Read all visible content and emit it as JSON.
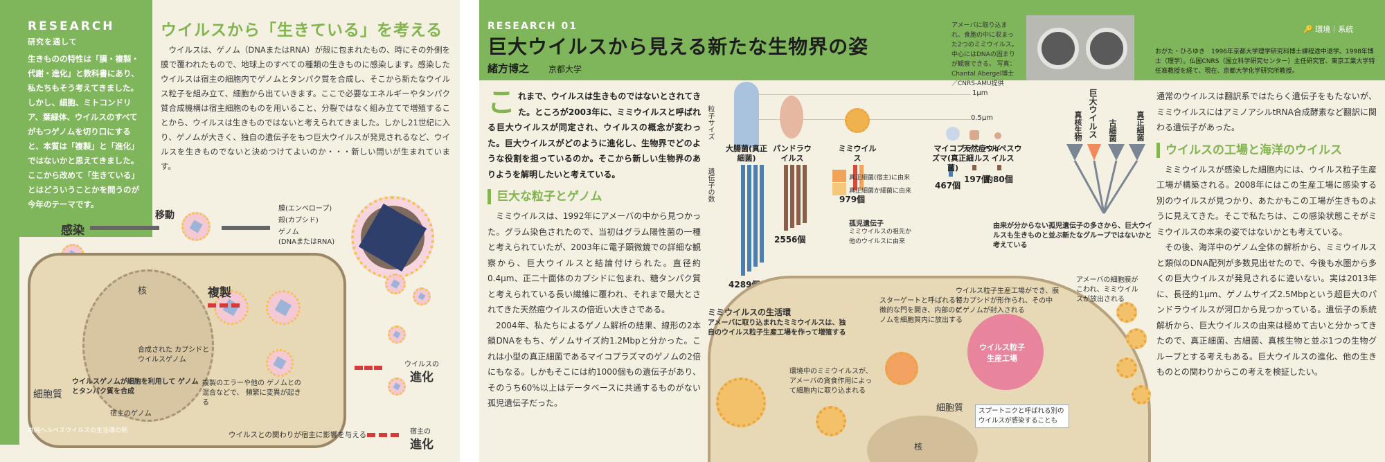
{
  "left": {
    "research": "RESEARCH",
    "research_sub": "研究を通して",
    "intro": "生きものの特性は「膜・複製・代謝・進化」と教科書にあり、私たちもそう考えてきました。しかし、細胞、ミトコンドリア、葉緑体、ウイルスのすべてがもつゲノムを切り口にすると、本質は「複製」と「進化」ではないかと思えてきました。ここから改めて「生きている」とはどういうことかを問うのが今年のテーマです。",
    "title": "ウイルスから「生きている」を考える",
    "body": "ウイルスは、ゲノム（DNAまたはRNA）が殻に包まれたもの、時にその外側を膜で覆われたもので、地球上のすべての種類の生きものに感染します。感染したウイルスは宿主の細胞内でゲノムとタンパク質を合成し、そこから新たなウイルス粒子を組み立て、細胞から出ていきます。ここで必要なエネルギーやタンパク質合成機構は宿主細胞のものを用いること、分裂ではなく組み立てで増殖することから、ウイルスは生きものではないと考えられてきました。しかし21世紀に入り、ゲノムが大きく、独自の遺伝子をもつ巨大ウイルスが発見されるなど、ウイルスを生きものでないと決めつけてよいのか・・・新しい問いが生まれています。",
    "diagram": {
      "membrane": "膜(エンベロープ)",
      "capsid": "殻(カプシド)",
      "genome": "ゲノム",
      "genome_sub": "(DNAまたはRNA)",
      "infection": "感染",
      "movement": "移動",
      "nucleus": "核",
      "replication": "複製",
      "synth": "合成された\nカプシドと\nウイルスゲノム",
      "synth_caption": "ウイルスゲノムが細胞を利用して\nゲノムとタンパク質を合成",
      "host_genome": "宿主のゲノム",
      "cytoplasm": "細胞質",
      "mutation": "複製のエラーや他の\nゲノムとの混合などで、\n頻繁に変異が起きる",
      "virus_evo_pre": "ウイルスの",
      "virus_evo": "進化",
      "host_link": "ウイルスとの関わりが宿主に影響を与える",
      "host_evo_pre": "宿主の",
      "host_evo": "進化",
      "footnote": "単純ヘルペスウイルスの生活環の例"
    }
  },
  "right": {
    "research": "RESEARCH 01",
    "title": "巨大ウイルスから見える新たな生物界の姿",
    "author": "緒方博之",
    "affiliation": "京都大学",
    "photo_caption": "アメーバに取り込まれ、食胞の中に収まった2つのミミウイルス。中心にはDNAの固まりが観察できる。\n写真：Chantal Abergel博士／CNRS-AMU提供",
    "tags": "環境｜系統",
    "bio": "おがた・ひろゆき　1996年京都大学理学研究科博士課程途中退学。1998年博士（理学）。仏国CNRS（国立科学研究センター）主任研究官、東京工業大学特任准教授を経て、現在、京都大学化学研究所教授。",
    "col1_dropcap": "こ",
    "col1_lead": "れまで、ウイルスは生きものではないとされてきた。ところが2003年に、ミミウイルスと呼ばれる巨大ウイルスが同定され、ウイルスの概念が変わった。巨大ウイルスがどのように進化し、生物界でどのような役割を担っているのか。そこから新しい生物界のありようを解明したいと考えている。",
    "col1_h1": "巨大な粒子とゲノム",
    "col1_p1": "ミミウイルスは、1992年にアメーバの中から見つかった。グラム染色されたので、当初はグラム陽性菌の一種と考えられていたが、2003年に電子顕微鏡での詳細な観察から、巨大ウイルスと結論付けられた。直径約0.4μm、正二十面体のカプシドに包まれ、糖タンパク質と考えられている長い繊維に覆われ、それまで最大とされてきた天然痘ウイルスの倍近い大きさである。",
    "col1_p2": "2004年、私たちによるゲノム解析の結果、線形の2本鎖DNAをもち、ゲノムサイズ約1.2Mbpと分かった。これは小型の真正細菌であるマイコプラズマのゲノムの2倍にもなる。しかもそこには約1000個もの遺伝子があり、そのうち60%以上はデータベースに共通するものがない孤児遺伝子だった。",
    "col3_p0": "通常のウイルスは翻訳系ではたらく遺伝子をもたないが、ミミウイルスにはアミノアシルtRNA合成酵素など翻訳に関わる遺伝子があった。",
    "col3_h1": "ウイルスの工場と海洋のウイルス",
    "col3_p1": "ミミウイルスが感染した細胞内には、ウイルス粒子生産工場が構築される。2008年にはこの生産工場に感染する別のウイルスが見つかり、あたかもこの工場が生きものように見えてきた。そこで私たちは、この感染状態こそがミミウイルスの本来の姿ではないかとも考えている。",
    "col3_p2": "その後、海洋中のゲノム全体の解析から、ミミウイルスと類似のDNA配列が多数見出せたので、今後も水圏から多くの巨大ウイルスが発見されるに違いない。実は2013年に、長径約1μm、ゲノムサイズ2.5Mbpという超巨大のパンドラウイルスが河口から見つかっている。遺伝子の系統解析から、巨大ウイルスの由来は極めて古いと分かってきたので、真正細菌、古細菌、真核生物と並ぶ1つの生物グループとする考えもある。巨大ウイルスの進化、他の生きものとの関わりからこの考えを検証したい。",
    "figure": {
      "size_axis": "粒子サイズ",
      "gene_axis": "遺伝子の数",
      "scale_1um": "1μm",
      "scale_05um": "0.5μm",
      "legend_host": "真正細菌(宿主)に由来",
      "legend_other": "真正細菌か細菌に由来",
      "legend_orphan_title": "孤児遺伝子",
      "legend_orphan": "ミミウイルスの祖先か\n他のウイルスに由来",
      "tree_title": "巨大ウイルス",
      "tree_eukaryote": "真核生物",
      "tree_archaea": "古細菌",
      "tree_bacteria": "真正細菌",
      "tree_note": "由来が分からない孤児遺伝子の多さから、巨大ウイルスも生きものと並ぶ新たなグループではないかと考えている",
      "lifecycle_title": "ミミウイルスの生活環",
      "lifecycle_desc": "アメーバに取り込まれたミミウイルスは、独自のウイルス粒子生産工場を作って増殖する",
      "note_stargate": "スターゲートと呼ばれる特徴的な門を開き、内部のゲノムを細胞質内に放出する",
      "note_factory": "ウイルス粒子生産工場ができ、膜とカプシドが形作られ、その中にゲノムが封入される",
      "note_release": "アメーバの細胞膜がこわれ、ミミウイルスが放出される",
      "note_engulf": "環境中のミミウイルスが、アメーバの貪食作用によって細胞内に取り込まれる",
      "factory_label": "ウイルス粒子\n生産工場",
      "sputnik": "スプートニクと呼ばれる別のウイルスが感染することも",
      "cytoplasm": "細胞質",
      "nucleus": "核"
    }
  },
  "chart_data": {
    "type": "bar",
    "title": "",
    "categories": [
      "大腸菌(真正細菌)",
      "パンドラウイルス",
      "ミミウイルス",
      "マイコプラズマ(真正細菌)",
      "天然痘ウイルス",
      "ヘルペスウイルス"
    ],
    "values": [
      4289,
      2556,
      979,
      467,
      197,
      80
    ],
    "value_labels": [
      "4289個",
      "2556個",
      "979個",
      "467個",
      "197個",
      "約80個"
    ],
    "ylabel": "遺伝子の数",
    "colors": [
      "#4a7fb0",
      "#8a5f4a",
      "#d9483b",
      "#4a7fb0",
      "#8a5f4a",
      "#8a5f4a"
    ]
  }
}
